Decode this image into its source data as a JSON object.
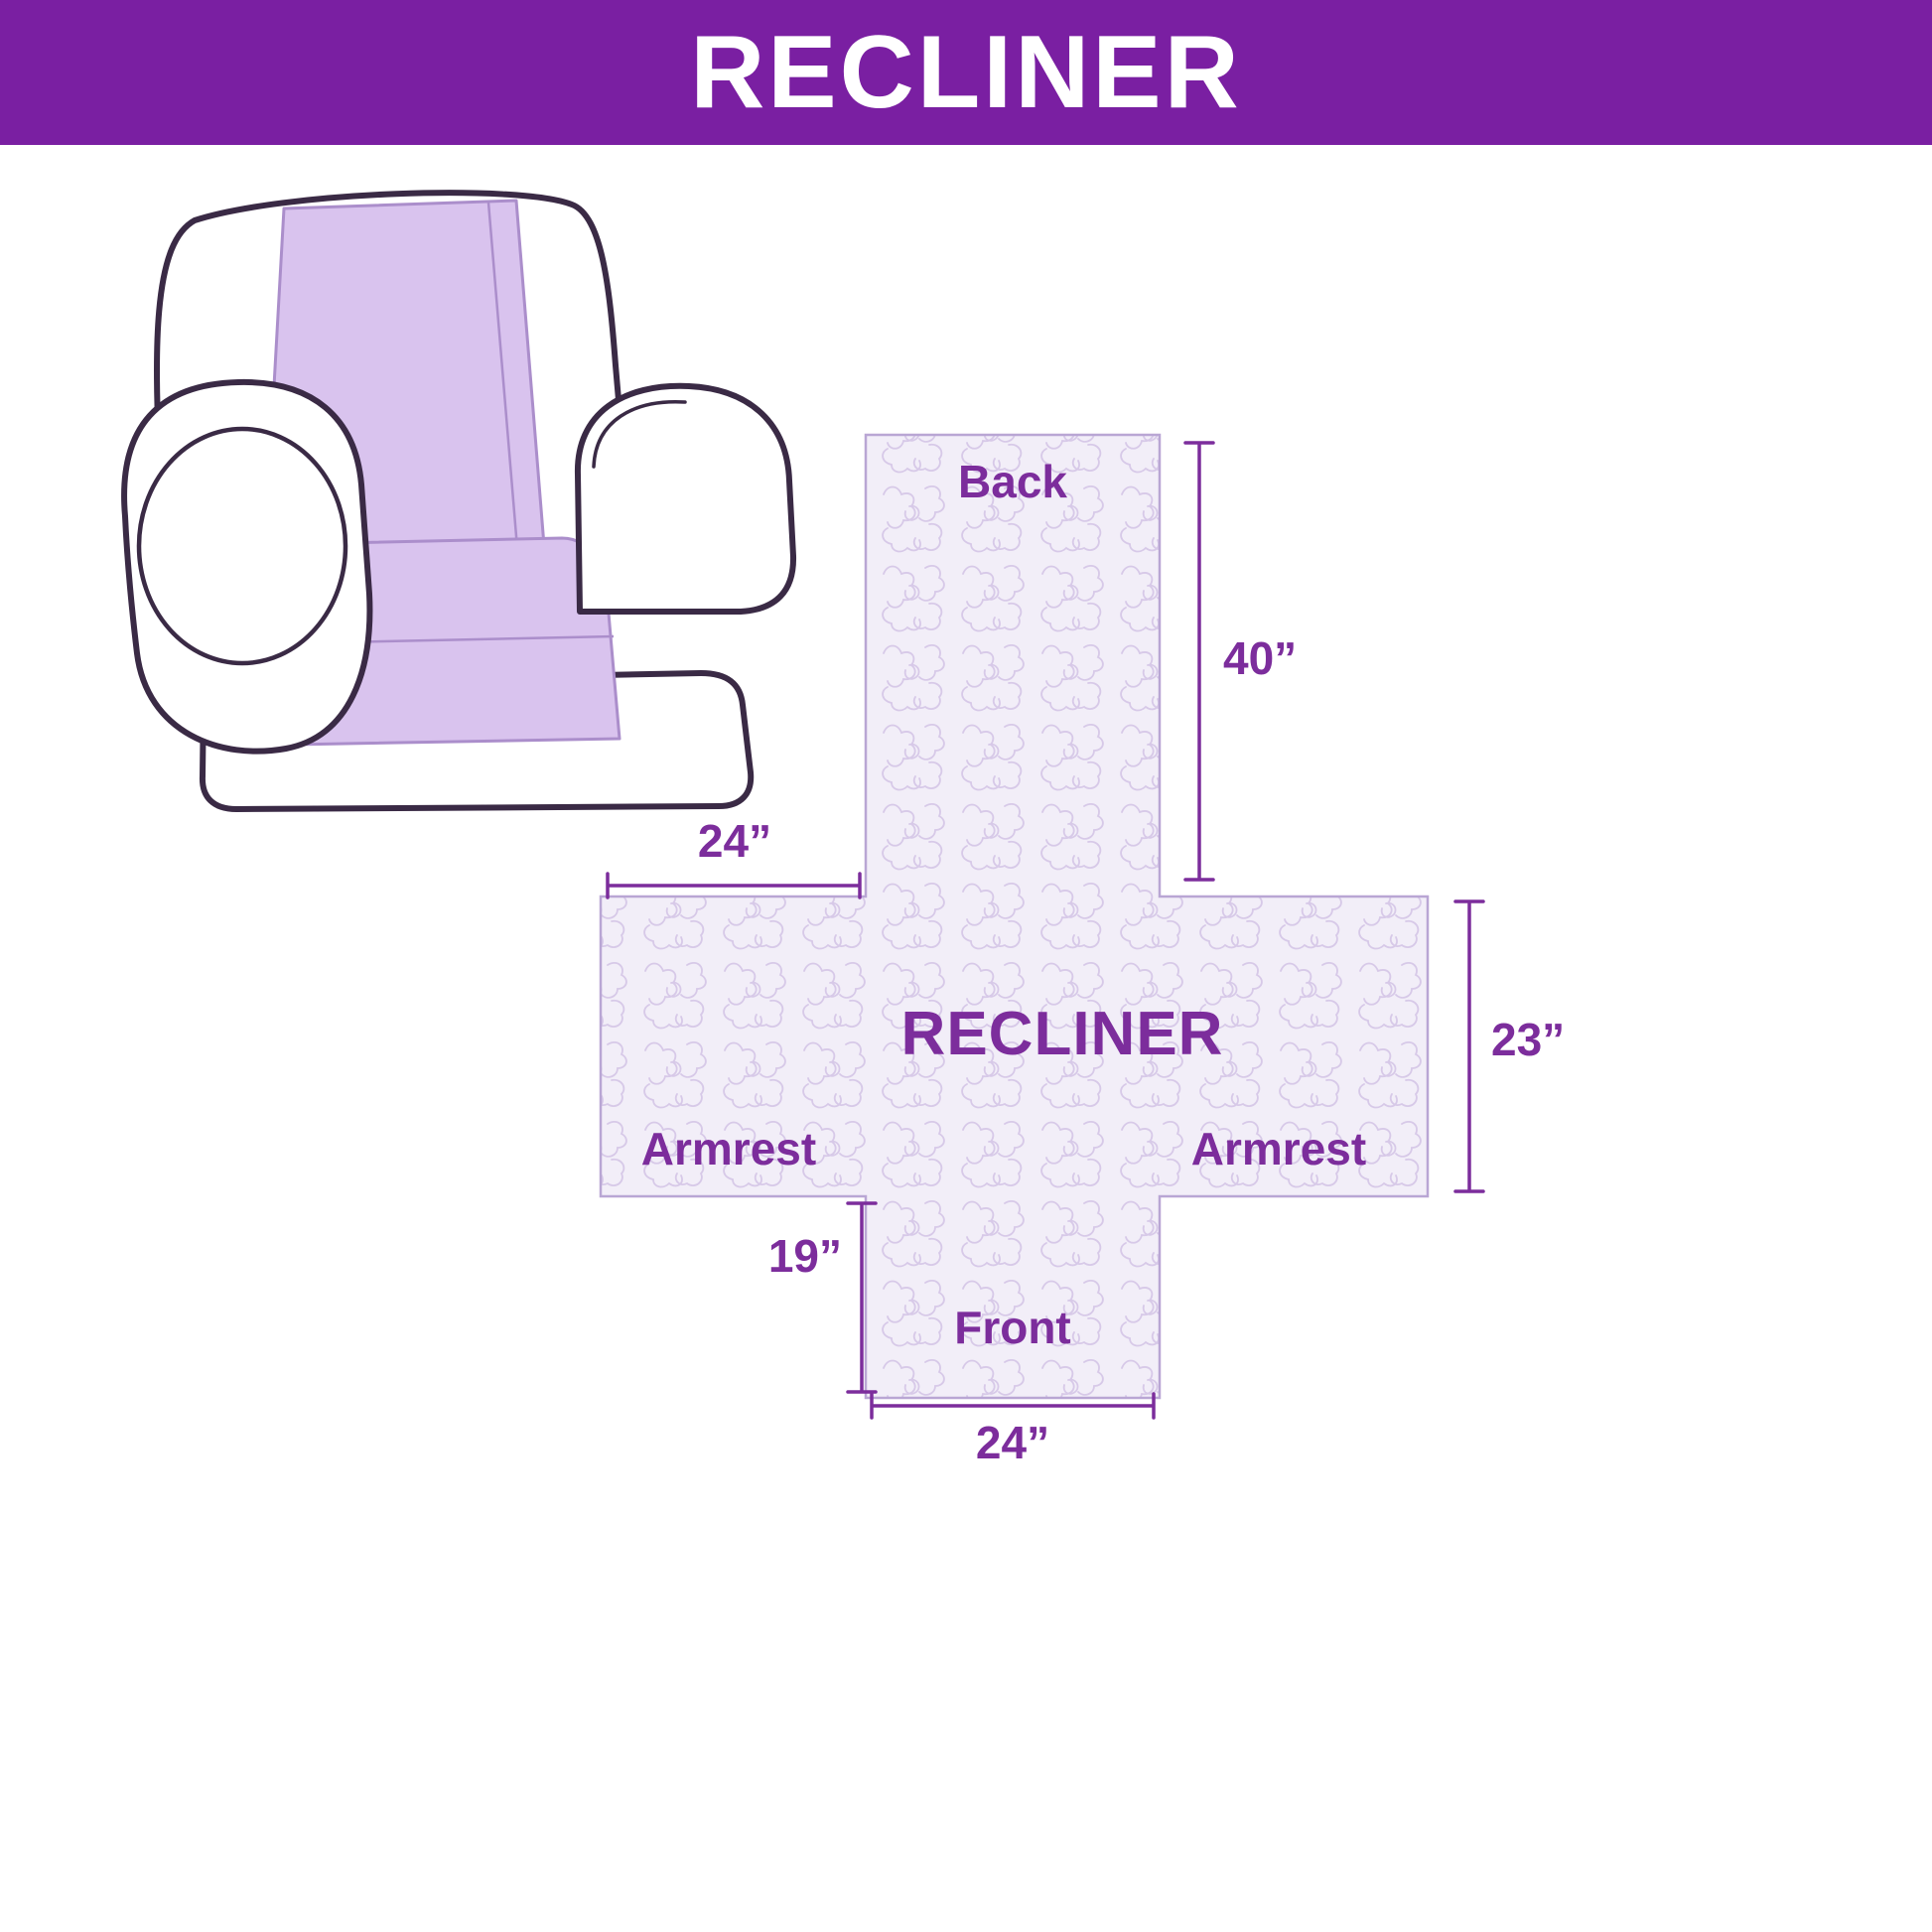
{
  "header": {
    "title": "RECLINER"
  },
  "diagram": {
    "center_label": "RECLINER",
    "back_label": "Back",
    "front_label": "Front",
    "armrest_left_label": "Armrest",
    "armrest_right_label": "Armrest",
    "dim_back_height": "40”",
    "dim_top_width": "24”",
    "dim_side_height": "23”",
    "dim_front_drop": "19”",
    "dim_front_width": "24”"
  },
  "colors": {
    "header_bg": "#7a1fa2",
    "header_text": "#ffffff",
    "label_purple": "#7c2d9c",
    "outline": "#3a2a45",
    "cover_fill": "#d9c3ee",
    "cover_edge": "#ab8ecb",
    "cross_border": "#b9a6d4",
    "quilt_bg": "#f2eef8",
    "quilt_line": "#d7c9e8"
  }
}
